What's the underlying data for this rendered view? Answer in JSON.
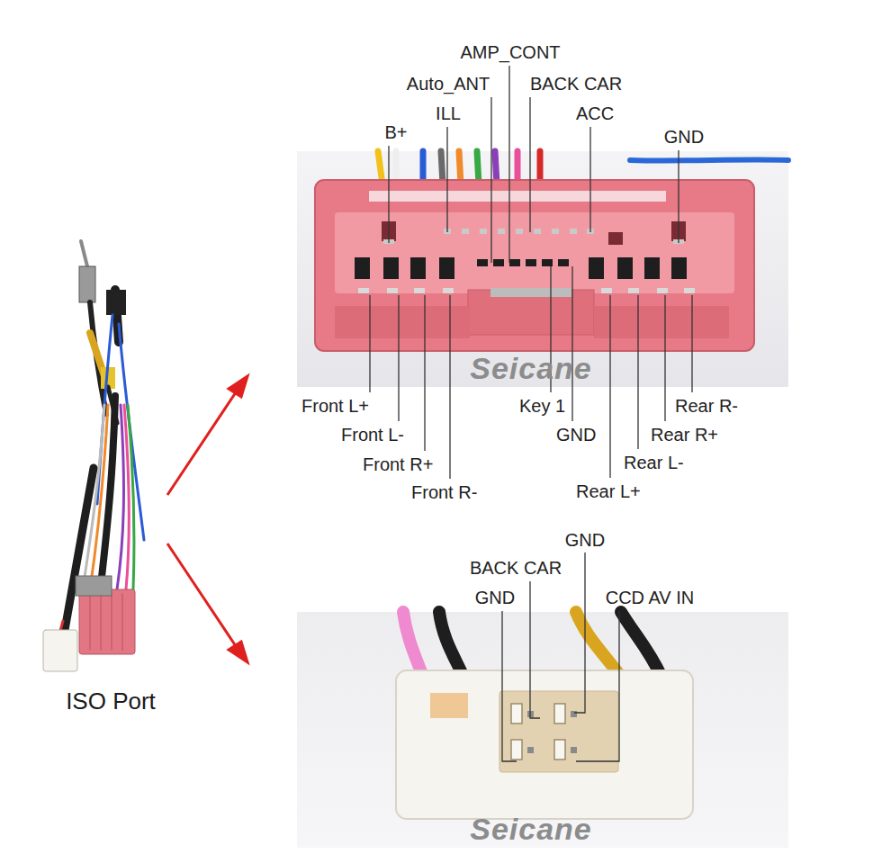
{
  "diagram": {
    "labels": [
      "AMP_CONT",
      "Auto_ANT",
      "BACK CAR",
      "ILL",
      "ACC",
      "B+",
      "GND",
      "Front L+",
      "Front L-",
      "Front R+",
      "Front R-",
      "Key 1",
      "GND",
      "Rear R-",
      "Rear R+",
      "Rear L-",
      "Rear L+",
      "Seicane",
      "GND",
      "BACK CAR",
      "GND",
      "CCD AV IN",
      "Seicane",
      "ISO Port"
    ]
  }
}
